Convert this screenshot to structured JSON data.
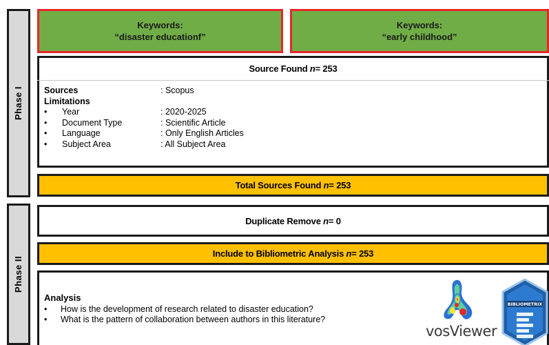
{
  "phase1": {
    "label": "Phase I",
    "keyword1": {
      "title": "Keywords:",
      "value": "“disaster educationf”"
    },
    "keyword2": {
      "title": "Keywords:",
      "value": "“early childhood”"
    },
    "source_found": {
      "label": "Source Found",
      "n_symbol": "n",
      "n_eq": " = 253"
    },
    "sources_label": "Sources",
    "sources_value": ": Scopus",
    "limitations_label": "Limitations",
    "limitations": [
      {
        "bullet": "•",
        "label": "Year",
        "value": ": 2020-2025"
      },
      {
        "bullet": "•",
        "label": "Document Type",
        "value": ": Scientific Article"
      },
      {
        "bullet": "•",
        "label": "Language",
        "value": ": Only English Articles"
      },
      {
        "bullet": "•",
        "label": "Subject Area",
        "value": ": All Subject Area"
      }
    ],
    "total_found": {
      "label": "Total Sources Found",
      "n_symbol": "n",
      "n_eq": " = 253"
    }
  },
  "phase2": {
    "label": "Phase II",
    "duplicate": {
      "label": "Duplicate Remove",
      "n_symbol": "n",
      "n_eq": " = 0"
    },
    "include": {
      "label": "Include to Bibliometric Analysis",
      "n_symbol": "n",
      "n_eq": " = 253"
    },
    "analysis_title": "Analysis",
    "analysis_items": [
      {
        "bullet": "•",
        "text": "How is the development of research related to disaster education?"
      },
      {
        "bullet": "•",
        "text": "What is the pattern of collaboration between authors in this literature?"
      }
    ],
    "vosviewer_logo_text": "vosViewer",
    "bibliometrix_logo_text": "BIBLIOMETRIX"
  },
  "colors": {
    "keyword_fill": "#70ad47",
    "keyword_border": "#e8262a",
    "highlight_fill": "#ffc000",
    "phase_fill": "#d9d9d9"
  }
}
